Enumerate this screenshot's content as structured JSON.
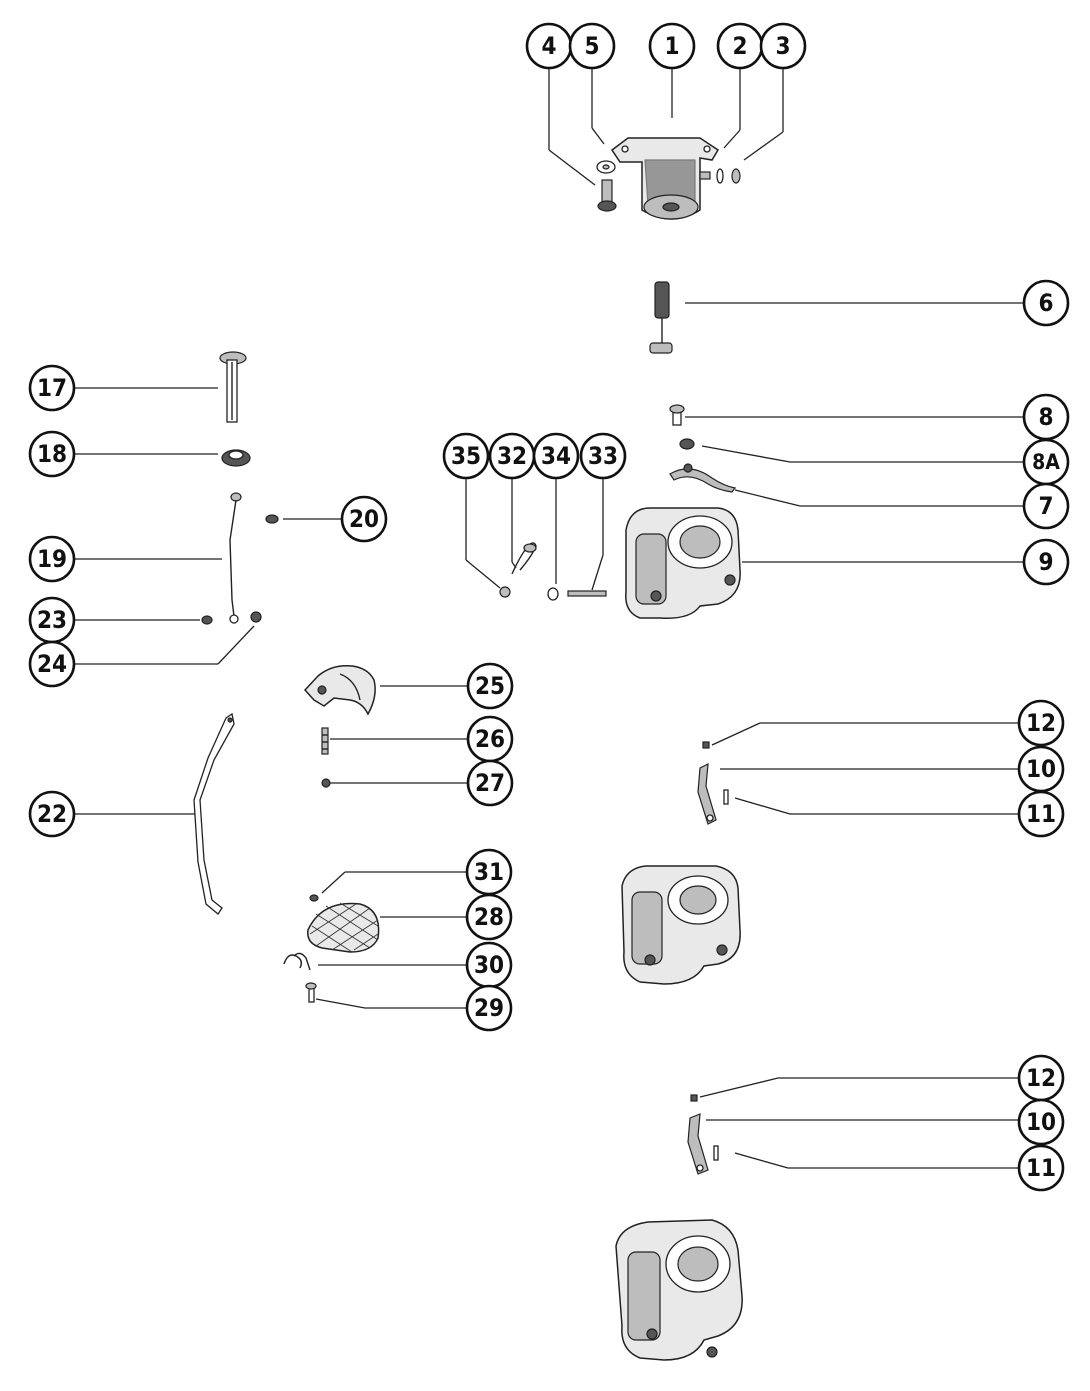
{
  "callouts": [
    {
      "id": "c4",
      "label": "4"
    },
    {
      "id": "c5",
      "label": "5"
    },
    {
      "id": "c1",
      "label": "1"
    },
    {
      "id": "c2",
      "label": "2"
    },
    {
      "id": "c3",
      "label": "3"
    },
    {
      "id": "c6",
      "label": "6"
    },
    {
      "id": "c8",
      "label": "8"
    },
    {
      "id": "c8a",
      "label": "8A"
    },
    {
      "id": "c7",
      "label": "7"
    },
    {
      "id": "c9",
      "label": "9"
    },
    {
      "id": "c17",
      "label": "17"
    },
    {
      "id": "c18",
      "label": "18"
    },
    {
      "id": "c20",
      "label": "20"
    },
    {
      "id": "c19",
      "label": "19"
    },
    {
      "id": "c23",
      "label": "23"
    },
    {
      "id": "c24",
      "label": "24"
    },
    {
      "id": "c35",
      "label": "35"
    },
    {
      "id": "c32",
      "label": "32"
    },
    {
      "id": "c34",
      "label": "34"
    },
    {
      "id": "c33",
      "label": "33"
    },
    {
      "id": "c25",
      "label": "25"
    },
    {
      "id": "c26",
      "label": "26"
    },
    {
      "id": "c27",
      "label": "27"
    },
    {
      "id": "c22",
      "label": "22"
    },
    {
      "id": "c31",
      "label": "31"
    },
    {
      "id": "c28",
      "label": "28"
    },
    {
      "id": "c30",
      "label": "30"
    },
    {
      "id": "c29",
      "label": "29"
    },
    {
      "id": "c12a",
      "label": "12"
    },
    {
      "id": "c10a",
      "label": "10"
    },
    {
      "id": "c11a",
      "label": "11"
    },
    {
      "id": "c12b",
      "label": "12"
    },
    {
      "id": "c10b",
      "label": "10"
    },
    {
      "id": "c11b",
      "label": "11"
    }
  ]
}
